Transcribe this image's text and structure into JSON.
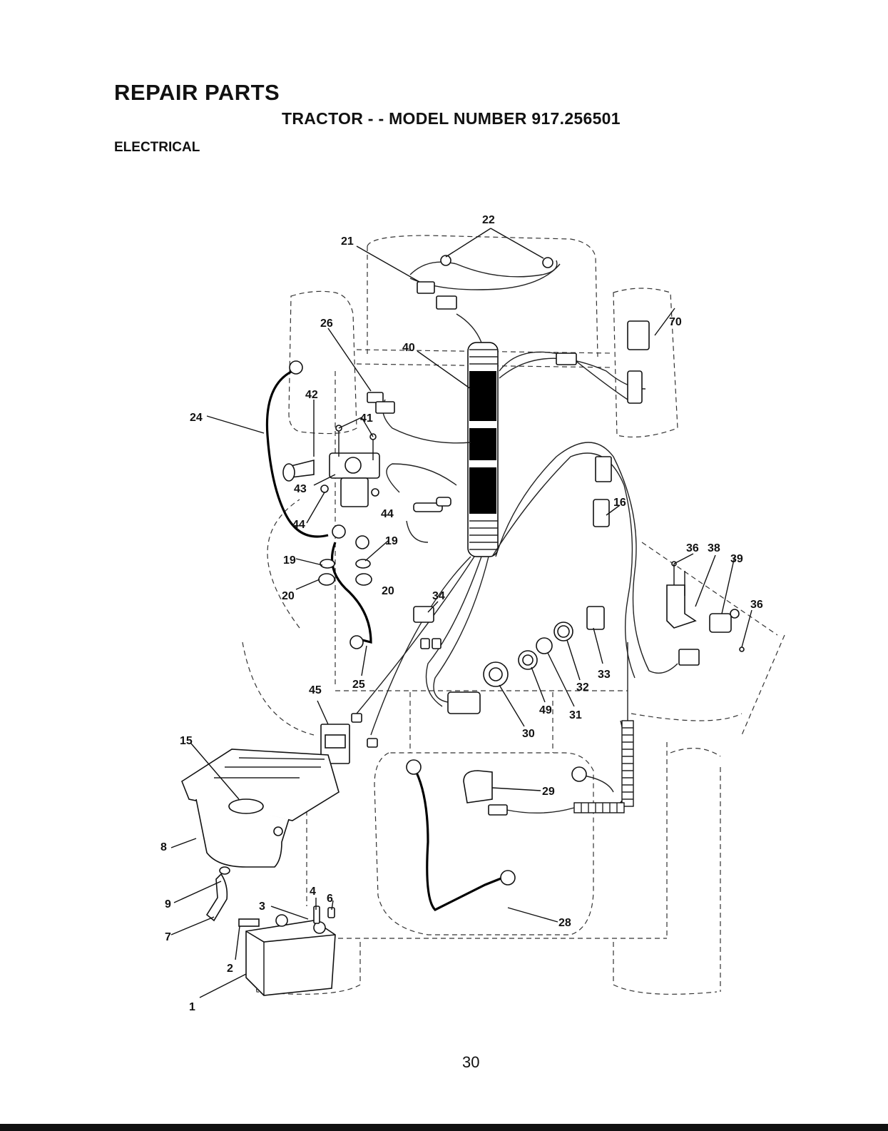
{
  "header": {
    "title": "REPAIR PARTS",
    "subtitle": "TRACTOR - - MODEL NUMBER 917.256501",
    "section": "ELECTRICAL"
  },
  "page_number": "30",
  "callouts": [
    "1",
    "2",
    "3",
    "4",
    "6",
    "7",
    "8",
    "9",
    "15",
    "16",
    "19",
    "19",
    "20",
    "20",
    "21",
    "22",
    "24",
    "25",
    "26",
    "28",
    "29",
    "30",
    "31",
    "32",
    "33",
    "34",
    "36",
    "36",
    "38",
    "39",
    "40",
    "41",
    "42",
    "43",
    "44",
    "44",
    "45",
    "49",
    "70"
  ]
}
